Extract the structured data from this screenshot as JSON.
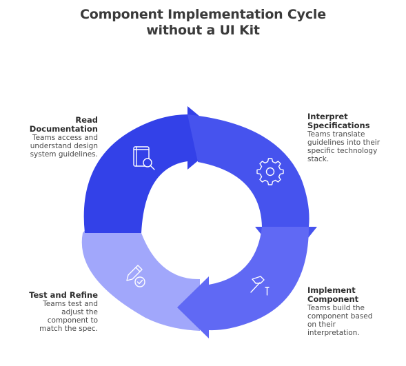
{
  "title": {
    "line1": "Component Implementation Cycle",
    "line2": "without a UI Kit"
  },
  "steps": [
    {
      "title": "Read Documentation",
      "title_lines": [
        "Read",
        "Documentation"
      ],
      "desc_lines": [
        "Teams access and",
        "understand design",
        "system guidelines."
      ],
      "icon": "book-search-icon",
      "color": "#3341e8"
    },
    {
      "title": "Interpret Specifications",
      "title_lines": [
        "Interpret",
        "Specifications"
      ],
      "desc_lines": [
        "Teams translate",
        "guidelines into their",
        "specific technology",
        "stack."
      ],
      "icon": "gear-icon",
      "color": "#4653ee"
    },
    {
      "title": "Implement Component",
      "title_lines": [
        "Implement",
        "Component"
      ],
      "desc_lines": [
        "Teams build the",
        "component based",
        "on their",
        "interpretation."
      ],
      "icon": "hammer-icon",
      "color": "#6069f4"
    },
    {
      "title": "Test and Refine",
      "title_lines": [
        "Test and Refine"
      ],
      "desc_lines": [
        "Teams test and",
        "adjust the",
        "component to",
        "match the spec."
      ],
      "icon": "pencil-check-icon",
      "color": "#a1a7fb"
    }
  ]
}
